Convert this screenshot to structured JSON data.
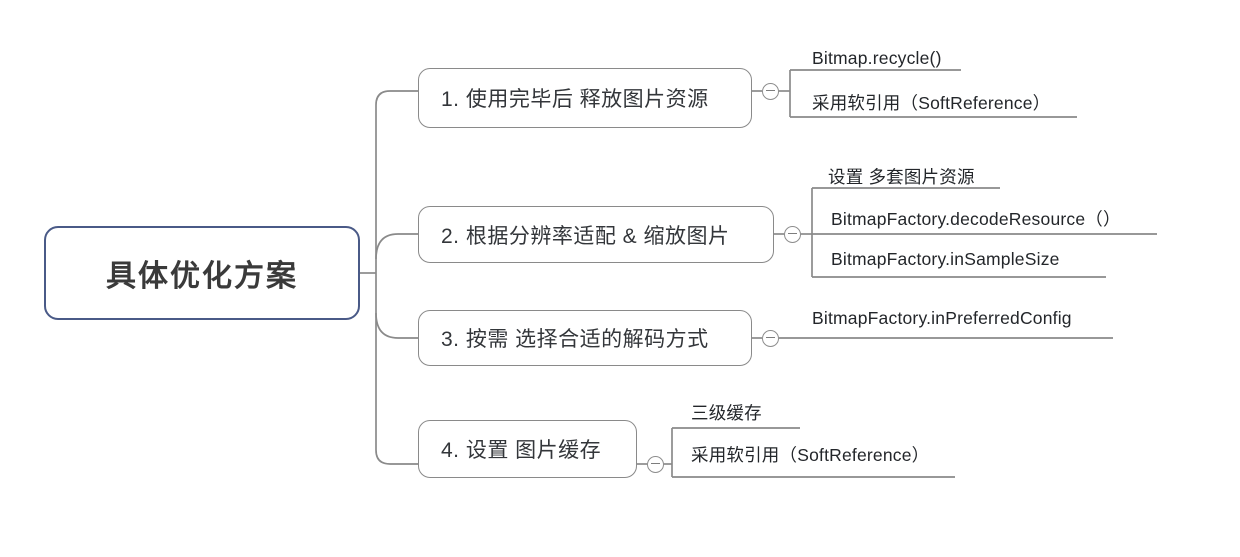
{
  "diagram": {
    "type": "mind-map",
    "title": "具体优化方案",
    "root": {
      "label": "具体优化方案",
      "border_color": "#4a5a87"
    },
    "node_border_color": "#8a8a8a",
    "line_color": "#8a8a8a",
    "text_color": "#33363a",
    "background": "#ffffff",
    "branches": [
      {
        "label": "1. 使用完毕后 释放图片资源",
        "toggle": "collapse-toggle",
        "leaves": [
          {
            "label": "Bitmap.recycle()"
          },
          {
            "label": "采用软引用（SoftReference）"
          }
        ]
      },
      {
        "label": "2. 根据分辨率适配 & 缩放图片",
        "toggle": "collapse-toggle",
        "leaves": [
          {
            "label": "设置 多套图片资源"
          },
          {
            "label": "BitmapFactory.decodeResource（）"
          },
          {
            "label": "BitmapFactory.inSampleSize"
          }
        ]
      },
      {
        "label": "3. 按需 选择合适的解码方式",
        "toggle": "collapse-toggle",
        "leaves": [
          {
            "label": "BitmapFactory.inPreferredConfig"
          }
        ]
      },
      {
        "label": "4. 设置 图片缓存",
        "toggle": "collapse-toggle",
        "leaves": [
          {
            "label": "三级缓存"
          },
          {
            "label": "采用软引用（SoftReference）"
          }
        ]
      }
    ]
  }
}
